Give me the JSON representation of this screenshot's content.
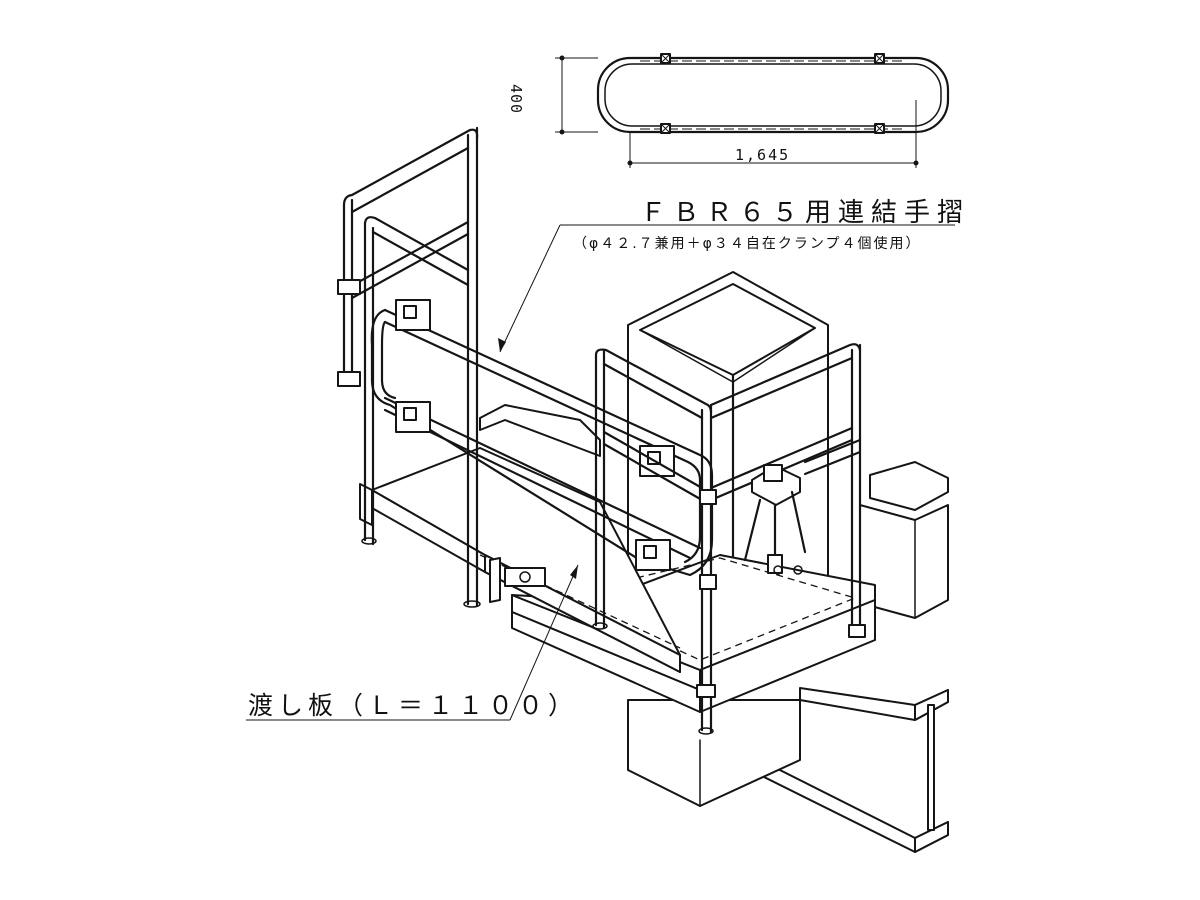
{
  "labels": {
    "handrail_title": "ＦＢＲ６５用連結手摺",
    "handrail_sub": "（φ４２.７兼用＋φ３４自在クランプ４個使用）",
    "plate_title": "渡し板（Ｌ＝１１００）"
  },
  "dimensions": {
    "width": "1,645",
    "height": "400"
  }
}
